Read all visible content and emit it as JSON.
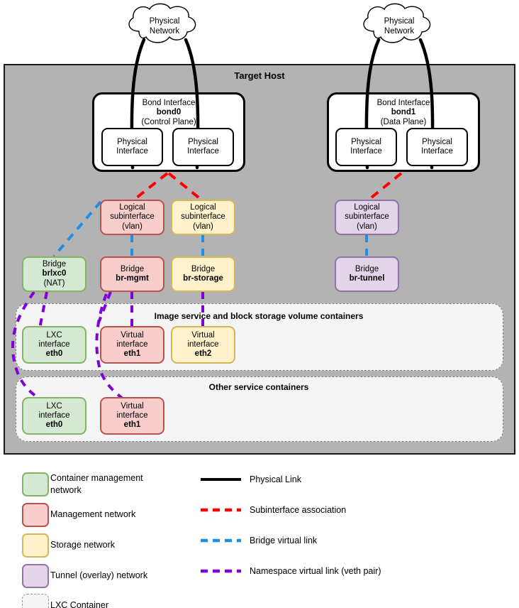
{
  "host": {
    "title": "Target Host"
  },
  "clouds": [
    {
      "id": "cloud-left",
      "label_line1": "Physical",
      "label_line2": "Network"
    },
    {
      "id": "cloud-right",
      "label_line1": "Physical",
      "label_line2": "Network"
    }
  ],
  "bonds": [
    {
      "id": "bond0",
      "title": "Bond Interface",
      "name": "bond0",
      "role": "(Control Plane)",
      "interfaces": [
        {
          "line1": "Physical",
          "line2": "Interface"
        },
        {
          "line1": "Physical",
          "line2": "Interface"
        }
      ]
    },
    {
      "id": "bond1",
      "title": "Bond Interface",
      "name": "bond1",
      "role": "(Data Plane)",
      "interfaces": [
        {
          "line1": "Physical",
          "line2": "Interface"
        },
        {
          "line1": "Physical",
          "line2": "Interface"
        }
      ]
    }
  ],
  "subinterfaces": [
    {
      "id": "subif-mgmt",
      "line1": "Logical",
      "line2": "subinterface",
      "line3": "(vlan)",
      "network": "management"
    },
    {
      "id": "subif-storage",
      "line1": "Logical",
      "line2": "subinterface",
      "line3": "(vlan)",
      "network": "storage"
    },
    {
      "id": "subif-tunnel",
      "line1": "Logical",
      "line2": "subinterface",
      "line3": "(vlan)",
      "network": "tunnel"
    }
  ],
  "bridges": [
    {
      "id": "bridge-brlxc0",
      "label": "Bridge",
      "name": "brlxc0",
      "note": "(NAT)",
      "network": "container-management"
    },
    {
      "id": "bridge-br-mgmt",
      "label": "Bridge",
      "name": "br-mgmt",
      "note": "",
      "network": "management"
    },
    {
      "id": "bridge-br-storage",
      "label": "Bridge",
      "name": "br-storage",
      "note": "",
      "network": "storage"
    },
    {
      "id": "bridge-br-tunnel",
      "label": "Bridge",
      "name": "br-tunnel",
      "note": "",
      "network": "tunnel"
    }
  ],
  "containers": [
    {
      "id": "container-image-storage",
      "title": "Image service and block storage volume containers",
      "interfaces": [
        {
          "id": "img-eth0",
          "line1": "LXC",
          "line2": "interface",
          "name": "eth0",
          "network": "container-management"
        },
        {
          "id": "img-eth1",
          "line1": "Virtual",
          "line2": "interface",
          "name": "eth1",
          "network": "management"
        },
        {
          "id": "img-eth2",
          "line1": "Virtual",
          "line2": "interface",
          "name": "eth2",
          "network": "storage"
        }
      ]
    },
    {
      "id": "container-other-service",
      "title": "Other service containers",
      "interfaces": [
        {
          "id": "oth-eth0",
          "line1": "LXC",
          "line2": "interface",
          "name": "eth0",
          "network": "container-management"
        },
        {
          "id": "oth-eth1",
          "line1": "Virtual",
          "line2": "interface",
          "name": "eth1",
          "network": "management"
        }
      ]
    }
  ],
  "legend": {
    "swatches": [
      {
        "id": "legend-container-management",
        "label": "Container management network",
        "fill": "#d5e8d4",
        "stroke": "#82b366"
      },
      {
        "id": "legend-management",
        "label": "Management network",
        "fill": "#f8cecc",
        "stroke": "#b85450"
      },
      {
        "id": "legend-storage",
        "label": "Storage network",
        "fill": "#fff2cc",
        "stroke": "#d6b656"
      },
      {
        "id": "legend-tunnel",
        "label": "Tunnel (overlay) network",
        "fill": "#e1d5e7",
        "stroke": "#9673a6"
      },
      {
        "id": "legend-lxc-container",
        "label": "LXC Container",
        "fill": "#f5f5f5",
        "stroke": "#999999"
      }
    ],
    "lines": [
      {
        "id": "legend-physical-link",
        "label": "Physical Link",
        "color": "#000000",
        "style": "solid"
      },
      {
        "id": "legend-subinterface",
        "label": "Subinterface association",
        "color": "#ff0000",
        "style": "dashed"
      },
      {
        "id": "legend-bridge-link",
        "label": "Bridge virtual link",
        "color": "#1f8fe5",
        "style": "dashed"
      },
      {
        "id": "legend-namespace-link",
        "label": "Namespace virtual link (veth pair)",
        "color": "#8000d7",
        "style": "dashed"
      }
    ]
  },
  "colors": {
    "host_background": "#b3b3b3",
    "panel_background": "#f5f5f5",
    "container_management": "#d5e8d4",
    "management": "#f8cecc",
    "storage": "#fff2cc",
    "tunnel": "#e1d5e7",
    "physical_link": "#000000",
    "subinterface_link": "#ff0000",
    "bridge_link": "#1f8fe5",
    "namespace_link": "#8000d7"
  }
}
